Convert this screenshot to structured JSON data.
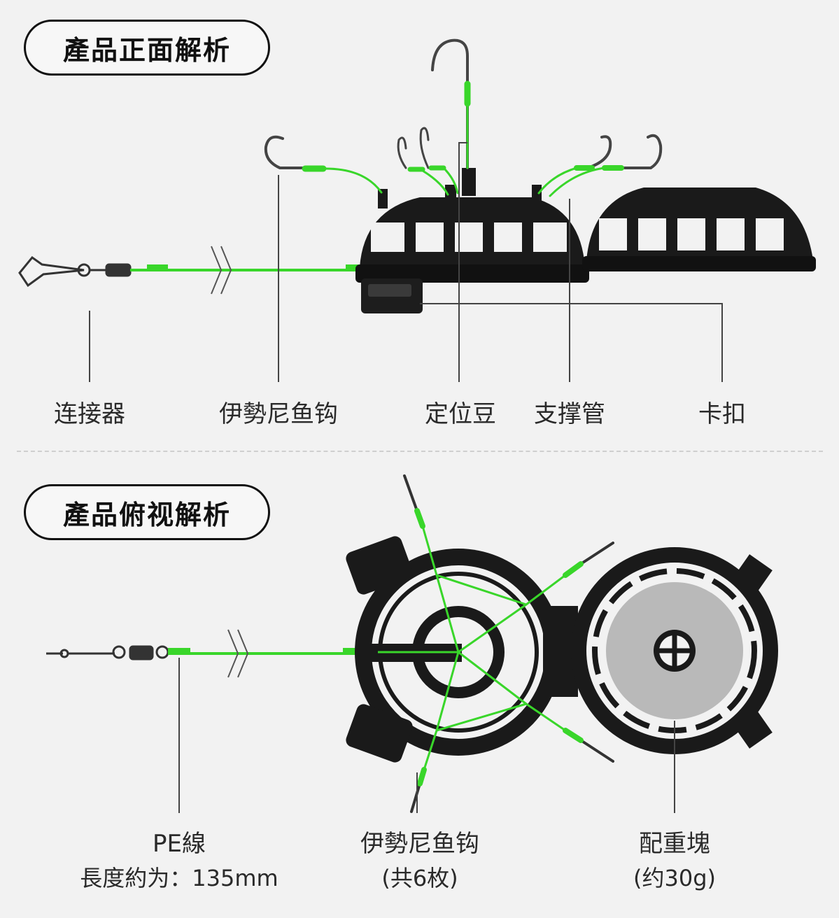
{
  "front_section": {
    "title": "產品正面解析",
    "labels": {
      "connector": "连接器",
      "hook": "伊勢尼鱼钩",
      "bead": "定位豆",
      "support": "支撑管",
      "clip": "卡扣"
    }
  },
  "top_section": {
    "title": "產品俯视解析",
    "labels": {
      "pe_line": "PE線",
      "pe_length": "長度約为：135mm",
      "hook": "伊勢尼鱼钩",
      "hook_count": "(共6枚)",
      "weight": "配重塊",
      "weight_amount": "(约30g)"
    }
  },
  "colors": {
    "line_green": "#39d62a",
    "cage_black": "#161616",
    "weight_grey": "#b9b9b9"
  }
}
